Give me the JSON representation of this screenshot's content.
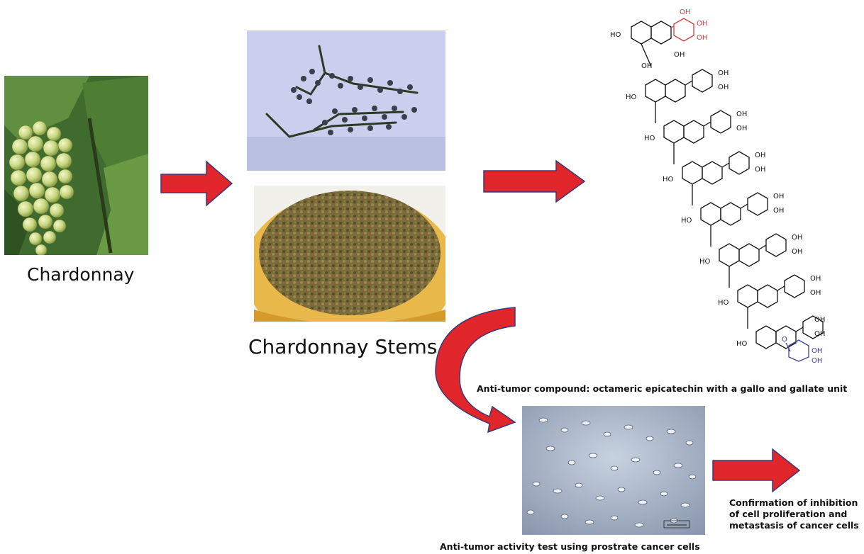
{
  "labels": {
    "chardonnay": "Chardonnay",
    "chardonnay_stems": "Chardonnay Stems",
    "compound_caption": "Anti-tumor compound: octameric epicatechin with a gallo and gallate unit",
    "test_caption": "Anti-tumor activity test using prostrate cancer cells",
    "confirmation_line1": "Confirmation of inhibition",
    "confirmation_line2": "of cell proliferation and",
    "confirmation_line3": "metastasis of cancer cells"
  },
  "molecule": {
    "oh": "OH",
    "ho": "HO",
    "o": "O"
  },
  "colors": {
    "arrow_fill": "#e0252b",
    "arrow_stroke": "#3a3a7a",
    "gallo_red": "#d63b3b",
    "gallate_blue": "#3a3f9a"
  }
}
